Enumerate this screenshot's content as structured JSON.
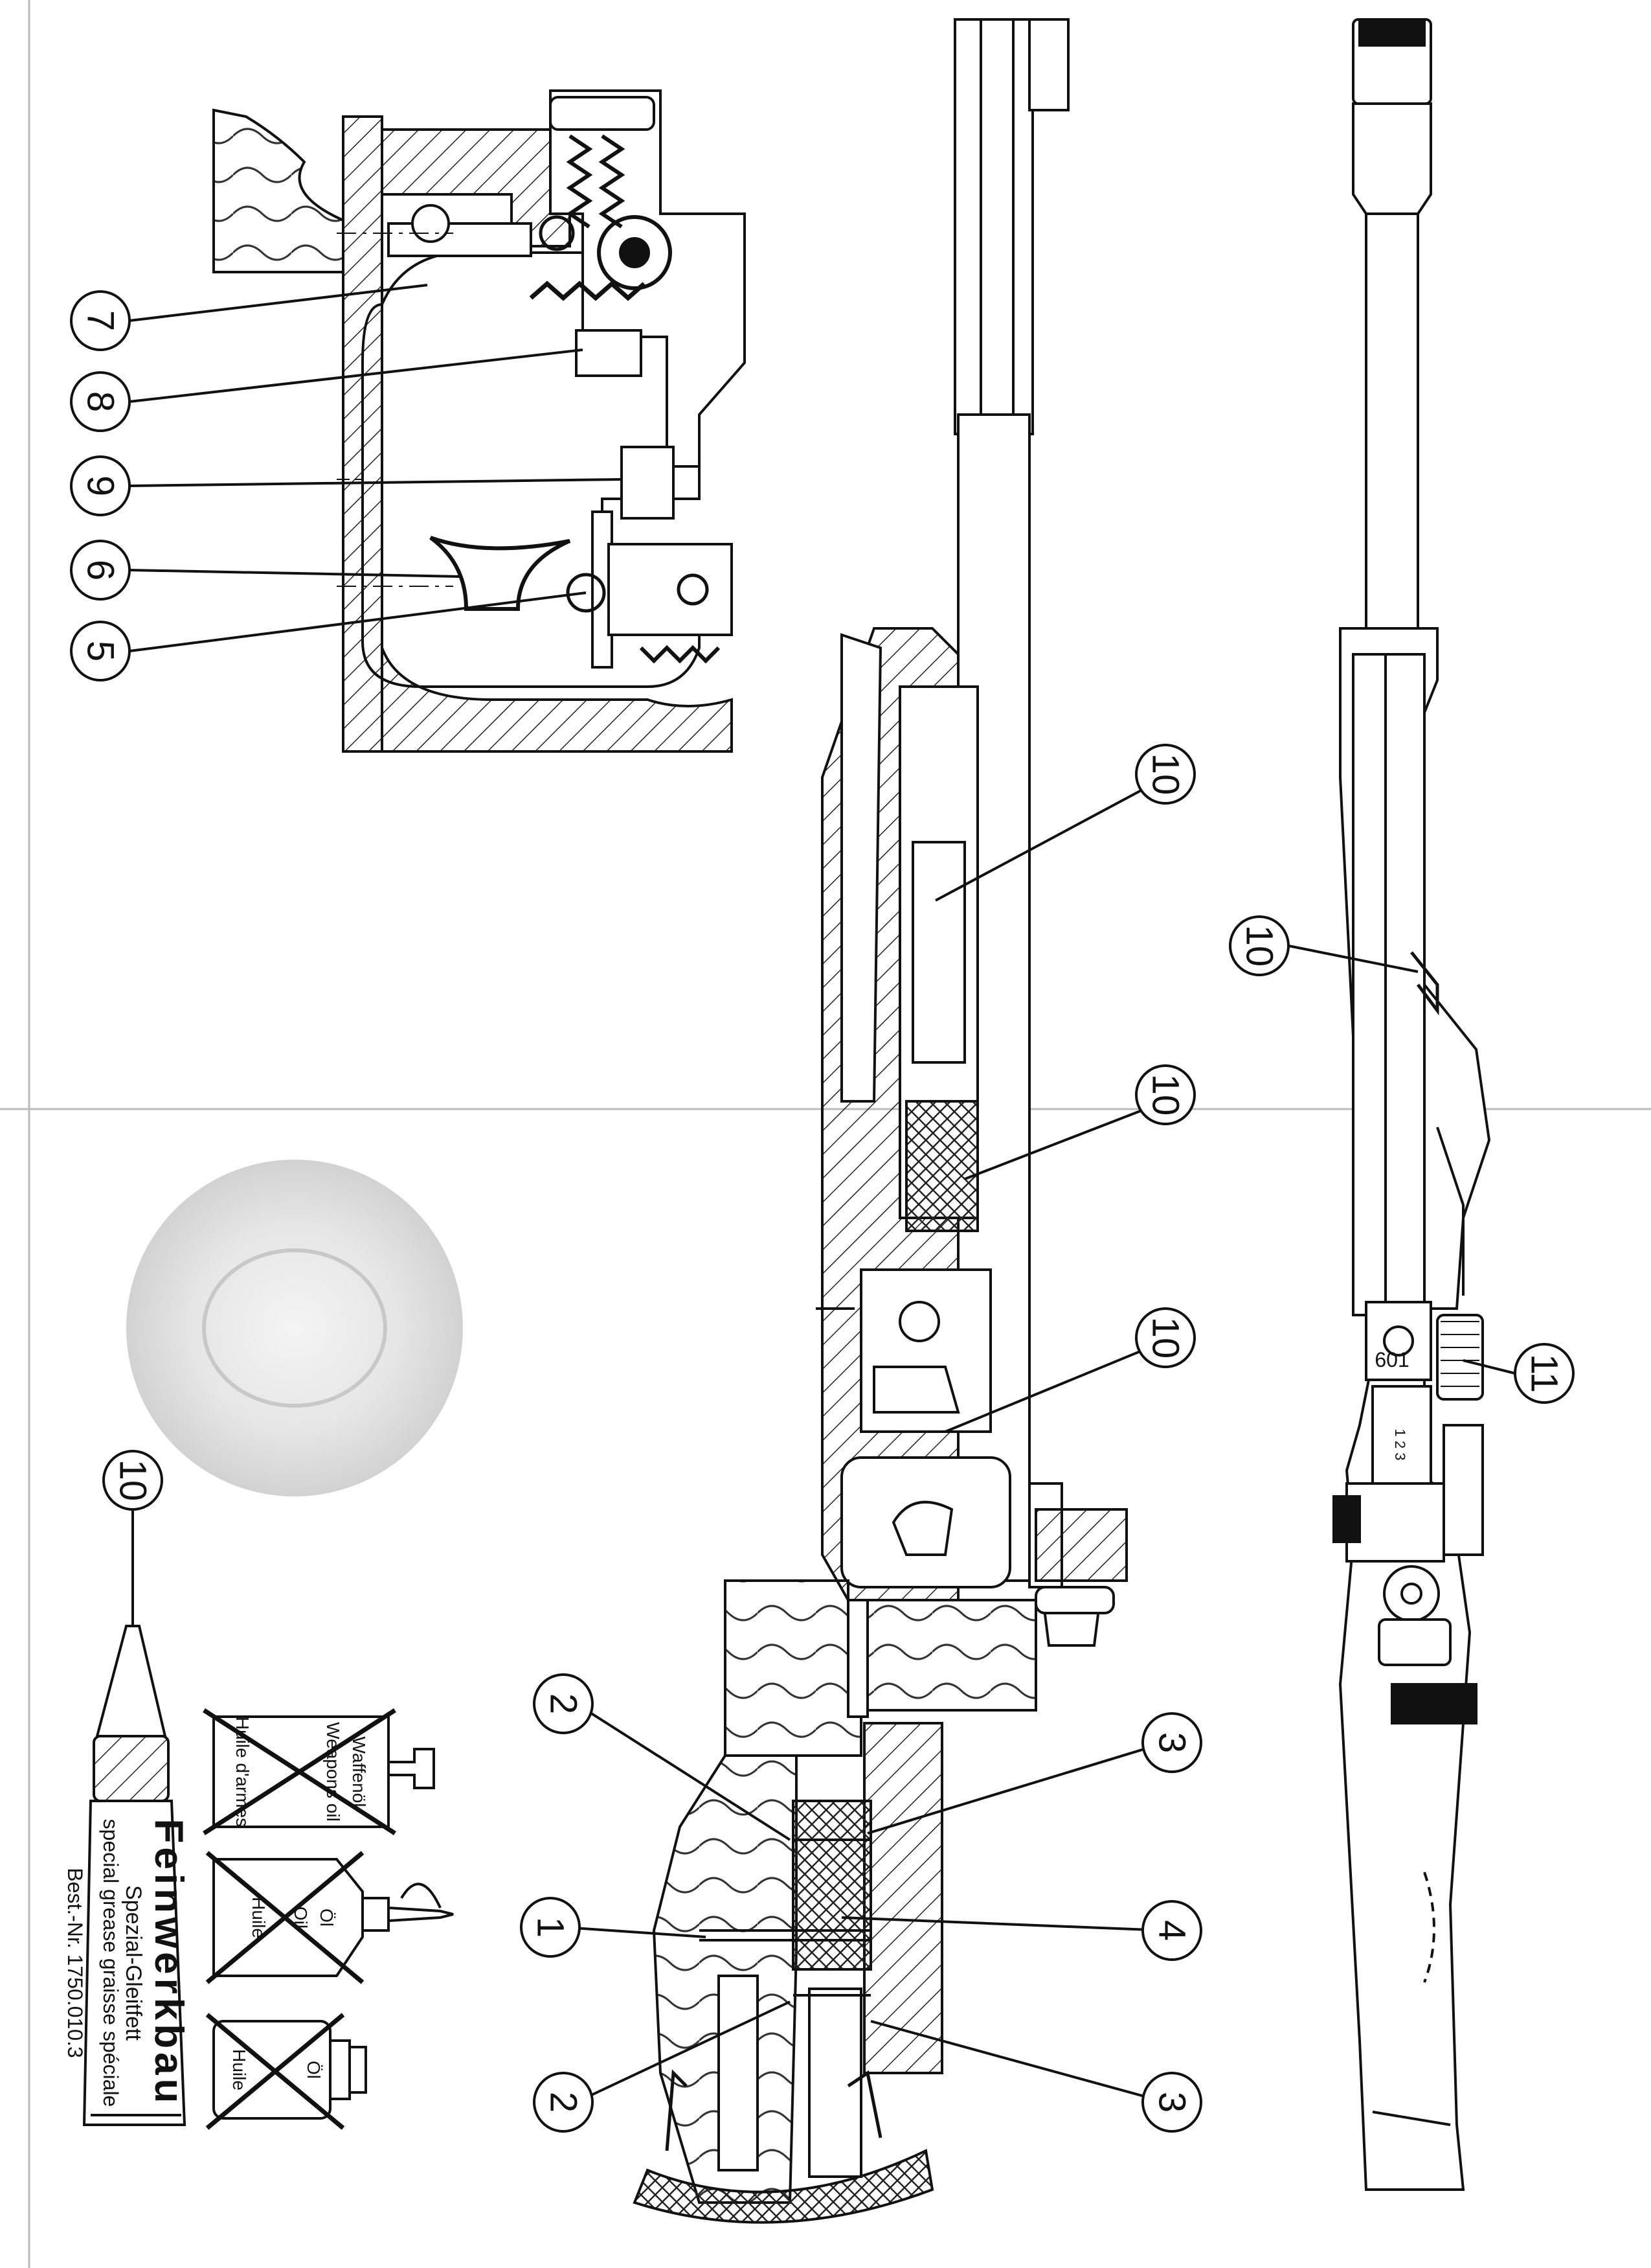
{
  "callouts": {
    "c7": "7",
    "c8": "8",
    "c9": "9",
    "c6": "6",
    "c5": "5",
    "c10a": "10",
    "c10b": "10",
    "c10c": "10",
    "c10d": "10",
    "c10e": "10",
    "c11": "11",
    "c2a": "2",
    "c2b": "2",
    "c1": "1",
    "c3a": "3",
    "c4": "4",
    "c3b": "3"
  },
  "tube": {
    "brand": "Feinwerkbau",
    "line1": "Spezial-Gleitfett",
    "line2": "special grease  graisse spéciale",
    "order_no": "Best.-Nr. 1750.010.3"
  },
  "crossed_products": {
    "can_1": "Waffenöl",
    "can_2": "Weapons oil",
    "can_3": "Huile d'armes",
    "bottle_1": "Öl",
    "bottle_2": "Oil",
    "bottle_3": "Huile",
    "small_1": "Öl",
    "small_2": "Huile"
  },
  "rifle_marks": {
    "rear_sight_value": "601",
    "rear_sight_scale": "1 2 3"
  },
  "colors": {
    "ink": "#111111",
    "paper": "#ffffff",
    "fold": "#d8d8d8"
  }
}
